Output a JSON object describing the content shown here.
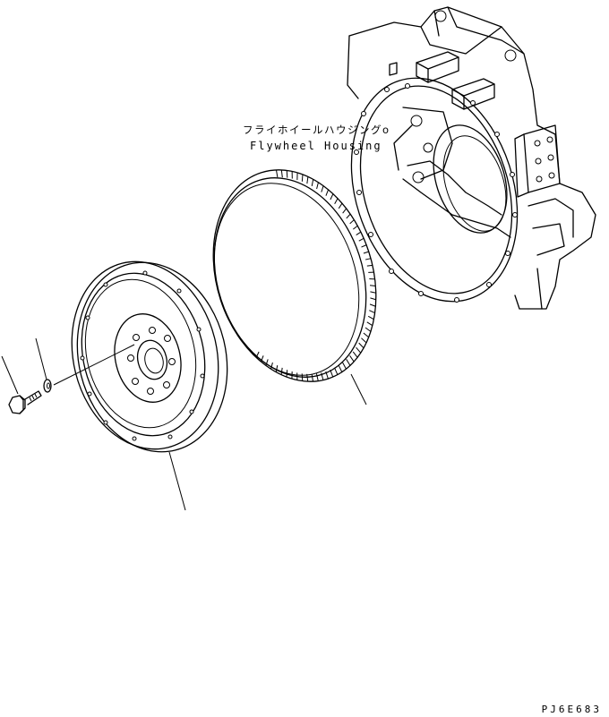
{
  "callouts": {
    "flywheel_housing_jp": "フライホイールハウジング",
    "flywheel_housing_marker": "o",
    "flywheel_housing_en": "Flywheel Housing"
  },
  "drawing_code": "PJ6E683",
  "parts": [
    {
      "icon": "bolt-icon"
    },
    {
      "icon": "washer-icon"
    },
    {
      "icon": "flywheel-icon"
    },
    {
      "icon": "ring-gear-icon"
    },
    {
      "icon": "flywheel-housing-icon"
    }
  ]
}
